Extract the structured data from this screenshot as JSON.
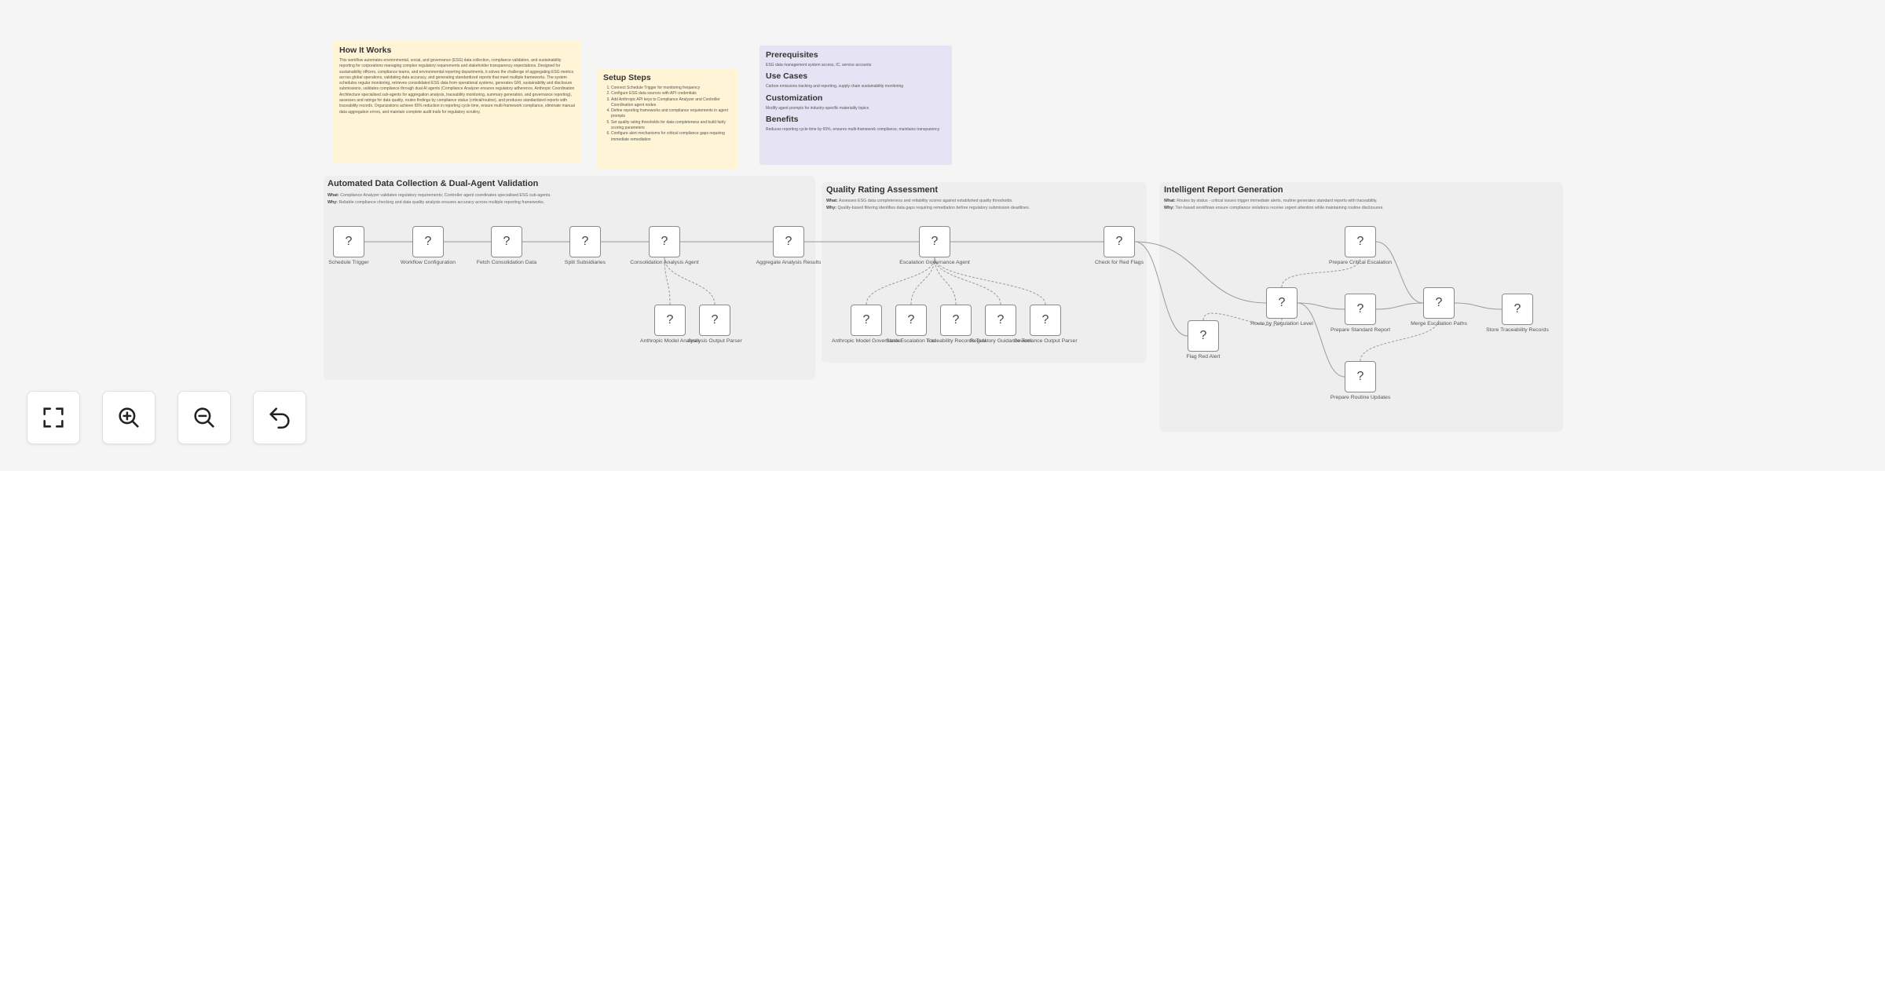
{
  "notes": {
    "how": {
      "title": "How It Works",
      "text": "This workflow automates environmental, social, and governance (ESG) data collection, compliance validation, and sustainability reporting for corporations managing complex regulatory requirements and stakeholder transparency expectations. Designed for sustainability officers, compliance teams, and environmental reporting departments, it solves the challenge of aggregating ESG metrics across global operations, validating data accuracy, and generating standardized reports that meet multiple frameworks. The system schedules regular monitoring, retrieves consolidated ESG data from operational systems, generates GRI, sustainability and disclosure submissions, validates compliance through dual AI agents (Compliance Analyzer ensures regulatory adherence, Anthropic Coordination Architecture specialised sub-agents for aggregation analysis, traceability monitoring, summary generation, and governance reporting), assesses and ratings for data quality, routes findings by compliance status (critical/routine), and produces standardized reports with traceability records. Organizations achieve 65% reduction in reporting cycle time, ensure multi-framework compliance, eliminate manual data aggregation errors, and maintain complete audit trails for regulatory scrutiny."
    },
    "setup": {
      "title": "Setup Steps",
      "steps": [
        "Connect Schedule Trigger for monitoring frequency",
        "Configure ESG data sources with API credentials",
        "Add Anthropic API keys to Compliance Analyzer and Controller Coordination agent nodes",
        "Define reporting frameworks and compliance requirements in agent prompts",
        "Set quality rating thresholds for data completeness and build fairly scoring parameters",
        "Configure alert mechanisms for critical compliance gaps requiring immediate remediation"
      ]
    },
    "meta": {
      "prereq_title": "Prerequisites",
      "prereq_text": "ESG data management system access, IC, service accounts",
      "use_title": "Use Cases",
      "use_text": "Carbon emissions tracking and reporting, supply chain sustainability monitoring",
      "custom_title": "Customization",
      "custom_text": "Modify agent prompts for industry-specific materiality topics",
      "benefits_title": "Benefits",
      "benefits_text": "Reduces reporting cycle time by 65%, ensures multi-framework compliance, maintains transparency"
    }
  },
  "groups": [
    {
      "title": "Automated Data Collection & Dual-Agent Validation",
      "what_label": "What:",
      "what": "Compliance Analyzer validates regulatory requirements; Controller agent coordinates specialised ESG sub-agents.",
      "why_label": "Why:",
      "why": "Reliable compliance checking and data quality analysis ensures accuracy across multiple reporting frameworks."
    },
    {
      "title": "Quality Rating Assessment",
      "what_label": "What:",
      "what": "Assesses ESG data completeness and reliability scores against established quality thresholds.",
      "why_label": "Why:",
      "why": "Quality-based filtering identifies data gaps requiring remediation before regulatory submission deadlines."
    },
    {
      "title": "Intelligent Report Generation",
      "what_label": "What:",
      "what": "Routes by status - critical issues trigger immediate alerts, routine generates standard reports with traceability.",
      "why_label": "Why:",
      "why": "Tier-based workflows ensure compliance violations receive urgent attention while maintaining routine disclosures."
    }
  ],
  "nodes": [
    {
      "id": "n1",
      "icon": "?",
      "label": "Schedule Trigger"
    },
    {
      "id": "n2",
      "icon": "?",
      "label": "Workflow Configuration"
    },
    {
      "id": "n3",
      "icon": "?",
      "label": "Fetch Consolidation Data"
    },
    {
      "id": "n4",
      "icon": "?",
      "label": "Split Subsidiaries"
    },
    {
      "id": "n5",
      "icon": "?",
      "label": "Consolidation Analysis Agent"
    },
    {
      "id": "n6",
      "icon": "?",
      "label": "Aggregate Analysis Results"
    },
    {
      "id": "n7",
      "icon": "?",
      "label": "Anthropic Model Analysis"
    },
    {
      "id": "n8",
      "icon": "?",
      "label": "Analysis Output Parser"
    },
    {
      "id": "n9",
      "icon": "?",
      "label": "Escalation Governance Agent"
    },
    {
      "id": "n10",
      "icon": "?",
      "label": "Check for Red Flags"
    },
    {
      "id": "n11",
      "icon": "?",
      "label": "Anthropic Model Governance"
    },
    {
      "id": "n12",
      "icon": "?",
      "label": "Slack Escalation Tool"
    },
    {
      "id": "n13",
      "icon": "?",
      "label": "Traceability Records Tool"
    },
    {
      "id": "n14",
      "icon": "?",
      "label": "Regulatory Guidance Tool"
    },
    {
      "id": "n15",
      "icon": "?",
      "label": "Governance Output Parser"
    },
    {
      "id": "n16",
      "icon": "?",
      "label": "Flag Red Alert"
    },
    {
      "id": "n17",
      "icon": "?",
      "label": "Route by Regulation Level"
    },
    {
      "id": "n18",
      "icon": "?",
      "label": "Prepare Critical Escalation"
    },
    {
      "id": "n19",
      "icon": "?",
      "label": "Prepare Standard Report"
    },
    {
      "id": "n20",
      "icon": "?",
      "label": "Prepare Routine Updates"
    },
    {
      "id": "n21",
      "icon": "?",
      "label": "Merge Escalation Paths"
    },
    {
      "id": "n22",
      "icon": "?",
      "label": "Store Traceability Records"
    }
  ],
  "edges": [
    [
      "n1",
      "n2"
    ],
    [
      "n2",
      "n3"
    ],
    [
      "n3",
      "n4"
    ],
    [
      "n4",
      "n5"
    ],
    [
      "n5",
      "n6"
    ],
    [
      "n6",
      "n9"
    ],
    [
      "n9",
      "n10"
    ],
    [
      "n7",
      "n5"
    ],
    [
      "n8",
      "n5"
    ],
    [
      "n11",
      "n9"
    ],
    [
      "n12",
      "n9"
    ],
    [
      "n13",
      "n9"
    ],
    [
      "n14",
      "n9"
    ],
    [
      "n15",
      "n9"
    ],
    [
      "n10",
      "n16"
    ],
    [
      "n10",
      "n17"
    ],
    [
      "n16",
      "n17"
    ],
    [
      "n17",
      "n18"
    ],
    [
      "n17",
      "n19"
    ],
    [
      "n17",
      "n20"
    ],
    [
      "n18",
      "n21"
    ],
    [
      "n19",
      "n21"
    ],
    [
      "n20",
      "n21"
    ],
    [
      "n21",
      "n22"
    ]
  ],
  "controls": {
    "fit": "fit-view-icon",
    "zoom_in": "zoom-in-icon",
    "zoom_out": "zoom-out-icon",
    "undo": "undo-icon"
  }
}
